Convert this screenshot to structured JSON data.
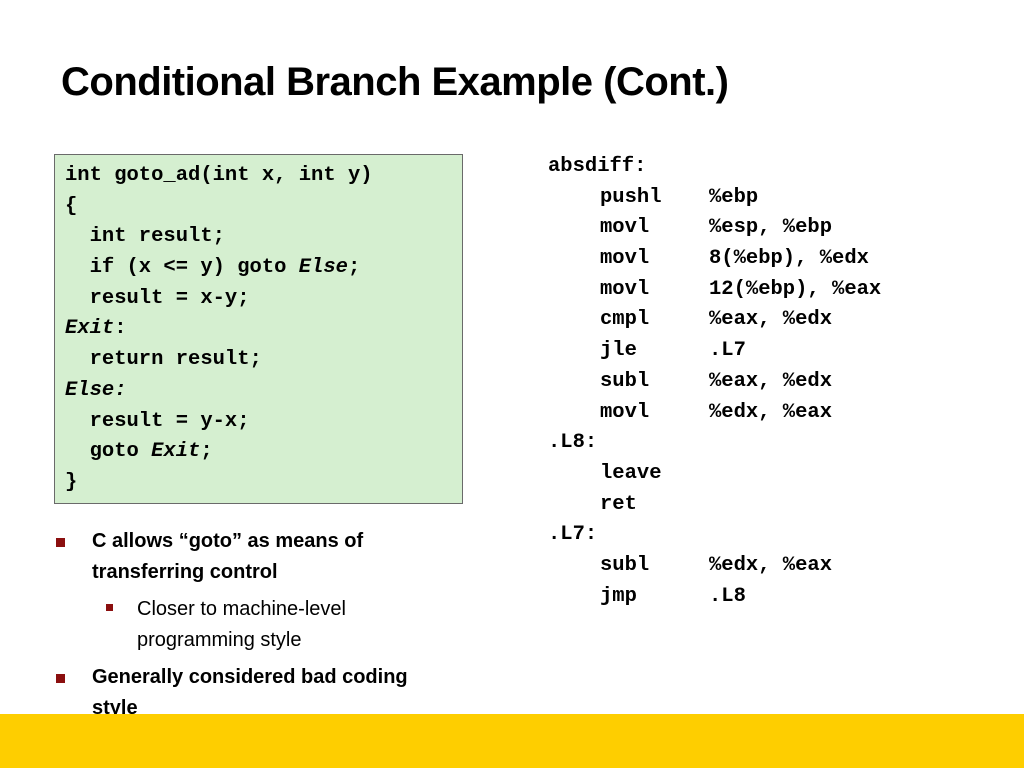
{
  "slide": {
    "title": "Conditional Branch Example (Cont.)"
  },
  "c_code": {
    "lines": [
      [
        {
          "t": "int goto_ad(int x, int y)",
          "i": false
        }
      ],
      [
        {
          "t": "{",
          "i": false
        }
      ],
      [
        {
          "t": "  int result;",
          "i": false
        }
      ],
      [
        {
          "t": "  if (x <= y) goto ",
          "i": false
        },
        {
          "t": "Else",
          "i": true
        },
        {
          "t": ";",
          "i": false
        }
      ],
      [
        {
          "t": "  result = x-y;",
          "i": false
        }
      ],
      [
        {
          "t": "Exit",
          "i": true
        },
        {
          "t": ":",
          "i": false
        }
      ],
      [
        {
          "t": "  return result;",
          "i": false
        }
      ],
      [
        {
          "t": "Else:",
          "i": true
        }
      ],
      [
        {
          "t": "  result = y-x;",
          "i": false
        }
      ],
      [
        {
          "t": "  goto ",
          "i": false
        },
        {
          "t": "Exit",
          "i": true
        },
        {
          "t": ";",
          "i": false
        }
      ],
      [
        {
          "t": "}",
          "i": false
        }
      ]
    ]
  },
  "asm": {
    "lines": [
      {
        "label": "absdiff:"
      },
      {
        "mnem": "pushl",
        "ops": "%ebp"
      },
      {
        "mnem": "movl",
        "ops": "%esp, %ebp"
      },
      {
        "mnem": "movl",
        "ops": "8(%ebp), %edx"
      },
      {
        "mnem": "movl",
        "ops": "12(%ebp), %eax"
      },
      {
        "mnem": "cmpl",
        "ops": "%eax, %edx"
      },
      {
        "mnem": "jle",
        "ops": ".L7"
      },
      {
        "mnem": "subl",
        "ops": "%eax, %edx"
      },
      {
        "mnem": "movl",
        "ops": "%edx, %eax"
      },
      {
        "label": ".L8:"
      },
      {
        "mnem": "leave",
        "ops": ""
      },
      {
        "mnem": "ret",
        "ops": ""
      },
      {
        "label": ".L7:"
      },
      {
        "mnem": "subl",
        "ops": "%edx, %eax"
      },
      {
        "mnem": "jmp",
        "ops": ".L8"
      }
    ]
  },
  "bullets": [
    {
      "text": "C allows “goto” as means of transferring control",
      "level": 1
    },
    {
      "text": "Closer to machine-level programming style",
      "level": 2
    },
    {
      "text": "Generally considered bad coding style",
      "level": 1
    }
  ],
  "theme": {
    "code_bg": "#d5efd0",
    "bullet_color": "#8b0f0f",
    "footer_color": "#fece00"
  }
}
